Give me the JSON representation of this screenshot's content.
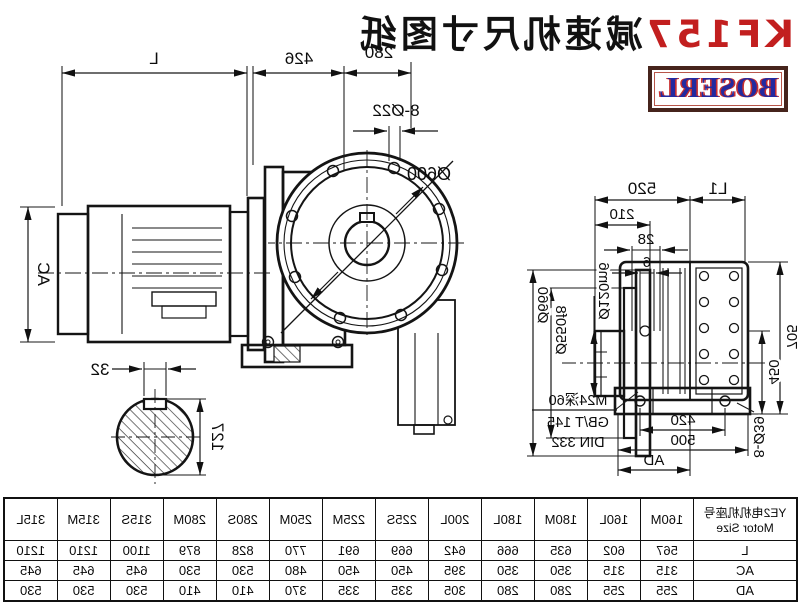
{
  "title": {
    "model": "KF157",
    "suffix": "减速机尺寸图纸"
  },
  "logo": {
    "text": "BOSERL"
  },
  "colors": {
    "line": "#141414",
    "accent_red": "#c21f1f",
    "logo_blue": "#232a9f",
    "logo_border": "#46241c"
  },
  "drawing": {
    "L": "L",
    "d426": "426",
    "d280": "280",
    "holes": "8-Ø22",
    "dia600": "Ø600",
    "ac": "AC",
    "key_w": "32",
    "sec_h": "127",
    "d520": "520",
    "l1": "L1",
    "d210": "210",
    "d28": "28",
    "d6": "6",
    "shaft": "Ø120m6",
    "spigot": "Ø550f8",
    "flange": "Ø660",
    "note1": "M24深60",
    "note2": "GB/T 145",
    "note3": "DIN 332",
    "d420": "420",
    "d500": "500",
    "ad": "AD",
    "fholes": "8-Ø39",
    "d450": "450",
    "d705": "705"
  },
  "table": {
    "header_cn": "YE2电机机座号",
    "header_en": "Motor Size",
    "columns": [
      "160M",
      "160L",
      "180M",
      "180L",
      "200L",
      "225S",
      "225M",
      "250M",
      "280S",
      "280M",
      "315S",
      "315M",
      "315L"
    ],
    "rows": [
      {
        "label": "L",
        "values": [
          "567",
          "602",
          "635",
          "666",
          "642",
          "669",
          "691",
          "770",
          "828",
          "879",
          "1100",
          "1210",
          "1210"
        ]
      },
      {
        "label": "AC",
        "values": [
          "315",
          "315",
          "350",
          "350",
          "395",
          "450",
          "450",
          "480",
          "530",
          "530",
          "645",
          "645",
          "645"
        ]
      },
      {
        "label": "AD",
        "values": [
          "255",
          "255",
          "280",
          "280",
          "305",
          "335",
          "335",
          "370",
          "410",
          "410",
          "530",
          "530",
          "530"
        ]
      }
    ]
  }
}
